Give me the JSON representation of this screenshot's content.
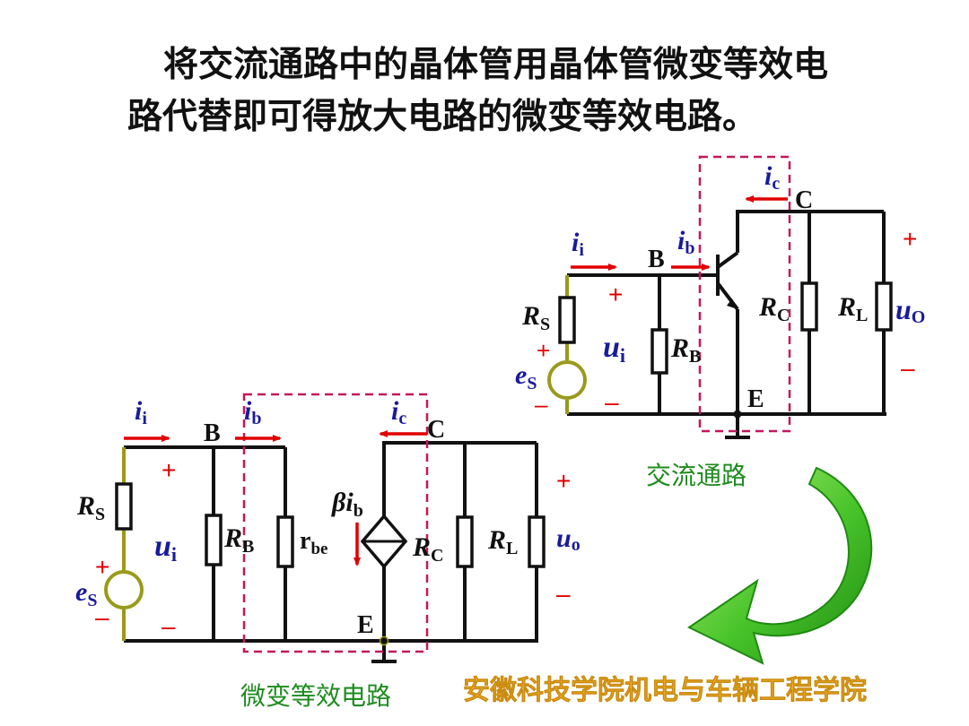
{
  "heading": {
    "line1": "将交流通路中的晶体管用晶体管微变等效电",
    "line2": "路代替即可得放大电路的微变等效电路。"
  },
  "ac_path": {
    "caption": "交流通路",
    "i_i": "i",
    "i_i_sub": "i",
    "i_b": "i",
    "i_b_sub": "b",
    "i_c": "i",
    "i_c_sub": "c",
    "node_b": "B",
    "node_c": "C",
    "node_e": "E",
    "rs": "R",
    "rs_sub": "S",
    "rb": "R",
    "rb_sub": "B",
    "rc": "R",
    "rc_sub": "C",
    "rl": "R",
    "rl_sub": "L",
    "ui": "u",
    "ui_sub": "i",
    "uo": "u",
    "uo_sub": "O",
    "es": "e",
    "es_sub": "S",
    "plus": "+",
    "minus": "–"
  },
  "equivalent": {
    "caption": "微变等效电路",
    "i_i": "i",
    "i_i_sub": "i",
    "i_b": "i",
    "i_b_sub": "b",
    "i_c": "i",
    "i_c_sub": "c",
    "node_b": "B",
    "node_c": "C",
    "node_e": "E",
    "rs": "R",
    "rs_sub": "S",
    "rb": "R",
    "rb_sub": "B",
    "rbe": "r",
    "rbe_sub": "be",
    "beta": "β",
    "beta_i": "i",
    "beta_sub": "b",
    "rc": "R",
    "rc_sub": "C",
    "rl": "R",
    "rl_sub": "L",
    "ui": "u",
    "ui_sub": "i",
    "uo": "u",
    "uo_sub": "o",
    "es": "e",
    "es_sub": "S",
    "plus": "+",
    "minus": "–"
  },
  "footer": "安徽科技学院机电与车辆工程学院",
  "colors": {
    "wire": "#111111",
    "source_wire": "#9a9a1c",
    "current_arrow": "#e00000",
    "dashed_box": "#c2185b",
    "label_blue": "#1a1a9c",
    "caption": "#1e8b1e",
    "big_arrow": "#3cb521",
    "footer": "#f5b82e"
  }
}
